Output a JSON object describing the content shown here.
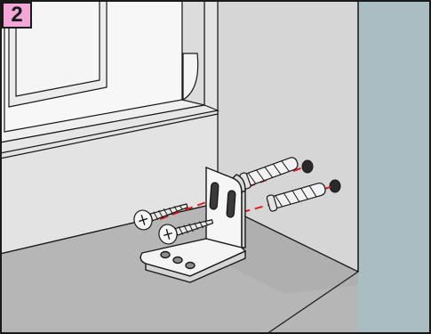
{
  "step": {
    "number": "2"
  },
  "colors": {
    "badge_fill": "#f3a6d8",
    "wall_right": "#a9bdc3",
    "wall_back": "#d7d7d7",
    "floor": "#b4b4b4",
    "window_frame": "#eeeeee",
    "drill_path": "#d81e1e",
    "outline": "#1a1a1a"
  },
  "parts": [
    {
      "name": "window-frame-icon"
    },
    {
      "name": "mounting-bracket-icon"
    },
    {
      "name": "screw-icon",
      "count": 2
    },
    {
      "name": "wall-plug-icon",
      "count": 2
    },
    {
      "name": "drill-hole-icon",
      "count": 2
    }
  ]
}
